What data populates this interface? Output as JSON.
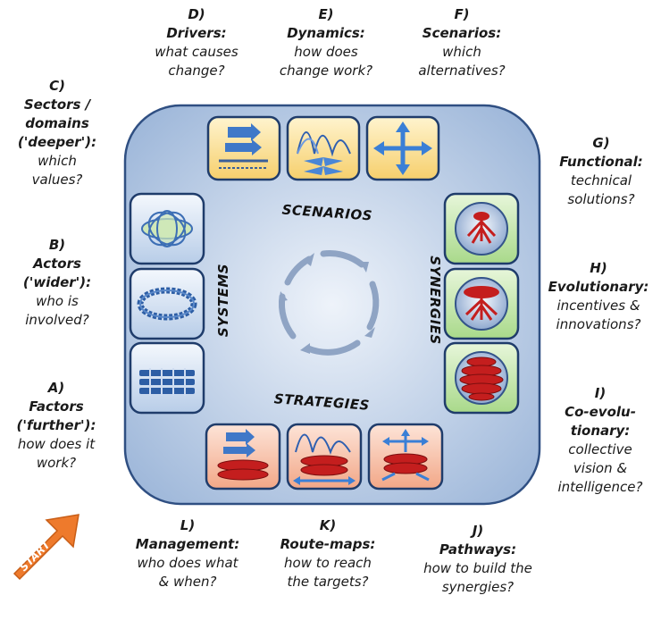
{
  "labels": {
    "A": {
      "letter": "A)",
      "title": "Factors",
      "lines": [
        "('further'):",
        "how does it",
        "work?"
      ]
    },
    "B": {
      "letter": "B)",
      "title": "Actors",
      "lines": [
        "('wider'):",
        "who is",
        "involved?"
      ]
    },
    "C": {
      "letter": "C)",
      "title": "Sectors /",
      "lines": [
        "domains",
        "('deeper'):",
        "which",
        "values?"
      ]
    },
    "D": {
      "letter": "D)",
      "title": "Drivers:",
      "lines": [
        "what causes",
        "change?"
      ]
    },
    "E": {
      "letter": "E)",
      "title": "Dynamics:",
      "lines": [
        "how does",
        "change work?"
      ]
    },
    "F": {
      "letter": "F)",
      "title": "Scenarios:",
      "lines": [
        "which",
        "alternatives?"
      ]
    },
    "G": {
      "letter": "G)",
      "title": "Functional:",
      "lines": [
        "technical",
        "solutions?"
      ]
    },
    "H": {
      "letter": "H)",
      "title": "Evolutionary:",
      "lines": [
        "incentives &",
        "innovations?"
      ]
    },
    "I": {
      "letter": "I)",
      "title": "Co-evolu-",
      "lines": [
        "tionary:",
        "collective",
        "vision &",
        "intelligence?"
      ]
    },
    "J": {
      "letter": "J)",
      "title": "Pathways:",
      "lines": [
        "how to build the",
        "synergies?"
      ]
    },
    "K": {
      "letter": "K)",
      "title": "Route-maps:",
      "lines": [
        "how to reach",
        "the targets?"
      ]
    },
    "L": {
      "letter": "L)",
      "title": "Management:",
      "lines": [
        "who does what",
        "& when?"
      ]
    }
  },
  "axes": {
    "top": "SCENARIOS",
    "left": "SYSTEMS",
    "right": "SYNERGIES",
    "bottom": "STRATEGIES"
  },
  "start_label": "START",
  "colors": {
    "frame_fill": "#c9d8ec",
    "frame_stroke": "#3a5a8c",
    "tile_yellow": "#fbe6a6",
    "tile_blue": "#d6e4f5",
    "tile_green": "#c7e8b0",
    "tile_red": "#f7c6b0",
    "arrow_orange": "#ee7a2c"
  },
  "icons": {
    "scenarios": [
      "drivers-icon",
      "dynamics-icon",
      "scenarios-icon"
    ],
    "systems": [
      "factors-icon",
      "actors-icon",
      "sectors-icon"
    ],
    "synergies": [
      "functional-icon",
      "evolutionary-icon",
      "coevolutionary-icon"
    ],
    "strategies": [
      "management-icon",
      "route-maps-icon",
      "pathways-icon"
    ]
  }
}
